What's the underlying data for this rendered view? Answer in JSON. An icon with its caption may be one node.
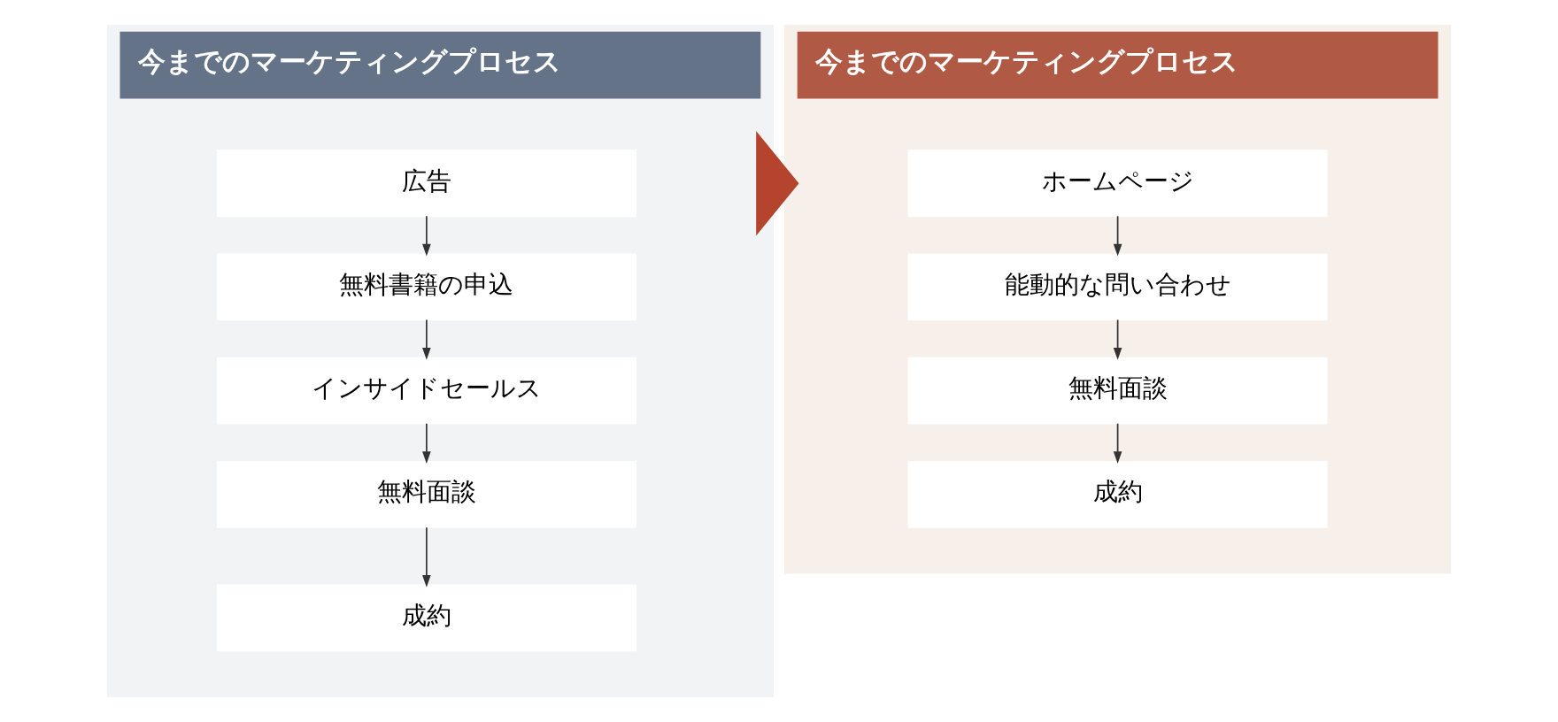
{
  "diagram": {
    "nodes": [
      {
        "text": [
          "今までのマーケティングプロセス"
        ]
      },
      {
        "text": [
          "広告"
        ],
        "in": 0
      },
      {
        "text": [
          "無料書籍の申込"
        ],
        "in": 0
      },
      {
        "text": [
          "インサイドセールス"
        ],
        "in": 0
      },
      {
        "text": [
          "無料面談"
        ],
        "in": 0
      },
      {
        "text": [
          "成約"
        ],
        "in": 0
      },
      {
        "text": [
          "今までのマーケティングプロセス"
        ]
      },
      {
        "text": [
          "ホームページ"
        ],
        "in": 6
      },
      {
        "text": [
          "能動的な問い合わせ"
        ],
        "in": 6
      },
      {
        "text": [
          "無料面談"
        ],
        "in": 6
      },
      {
        "text": [
          "成約"
        ],
        "in": 6
      }
    ],
    "edges": [
      {
        "from": 1,
        "to": 2,
        "arrow": "to"
      },
      {
        "from": 2,
        "to": 3,
        "arrow": "to"
      },
      {
        "from": 3,
        "to": 4,
        "arrow": "to"
      },
      {
        "from": 4,
        "to": 5,
        "arrow": "to"
      },
      {
        "from": 7,
        "to": 8,
        "arrow": "to"
      },
      {
        "from": 8,
        "to": 9,
        "arrow": "to"
      },
      {
        "from": 9,
        "to": 10,
        "arrow": "to"
      },
      {
        "from": 0,
        "to": 6,
        "arrow": "to",
        "style": "thick",
        "color": "#b5442e"
      }
    ]
  }
}
